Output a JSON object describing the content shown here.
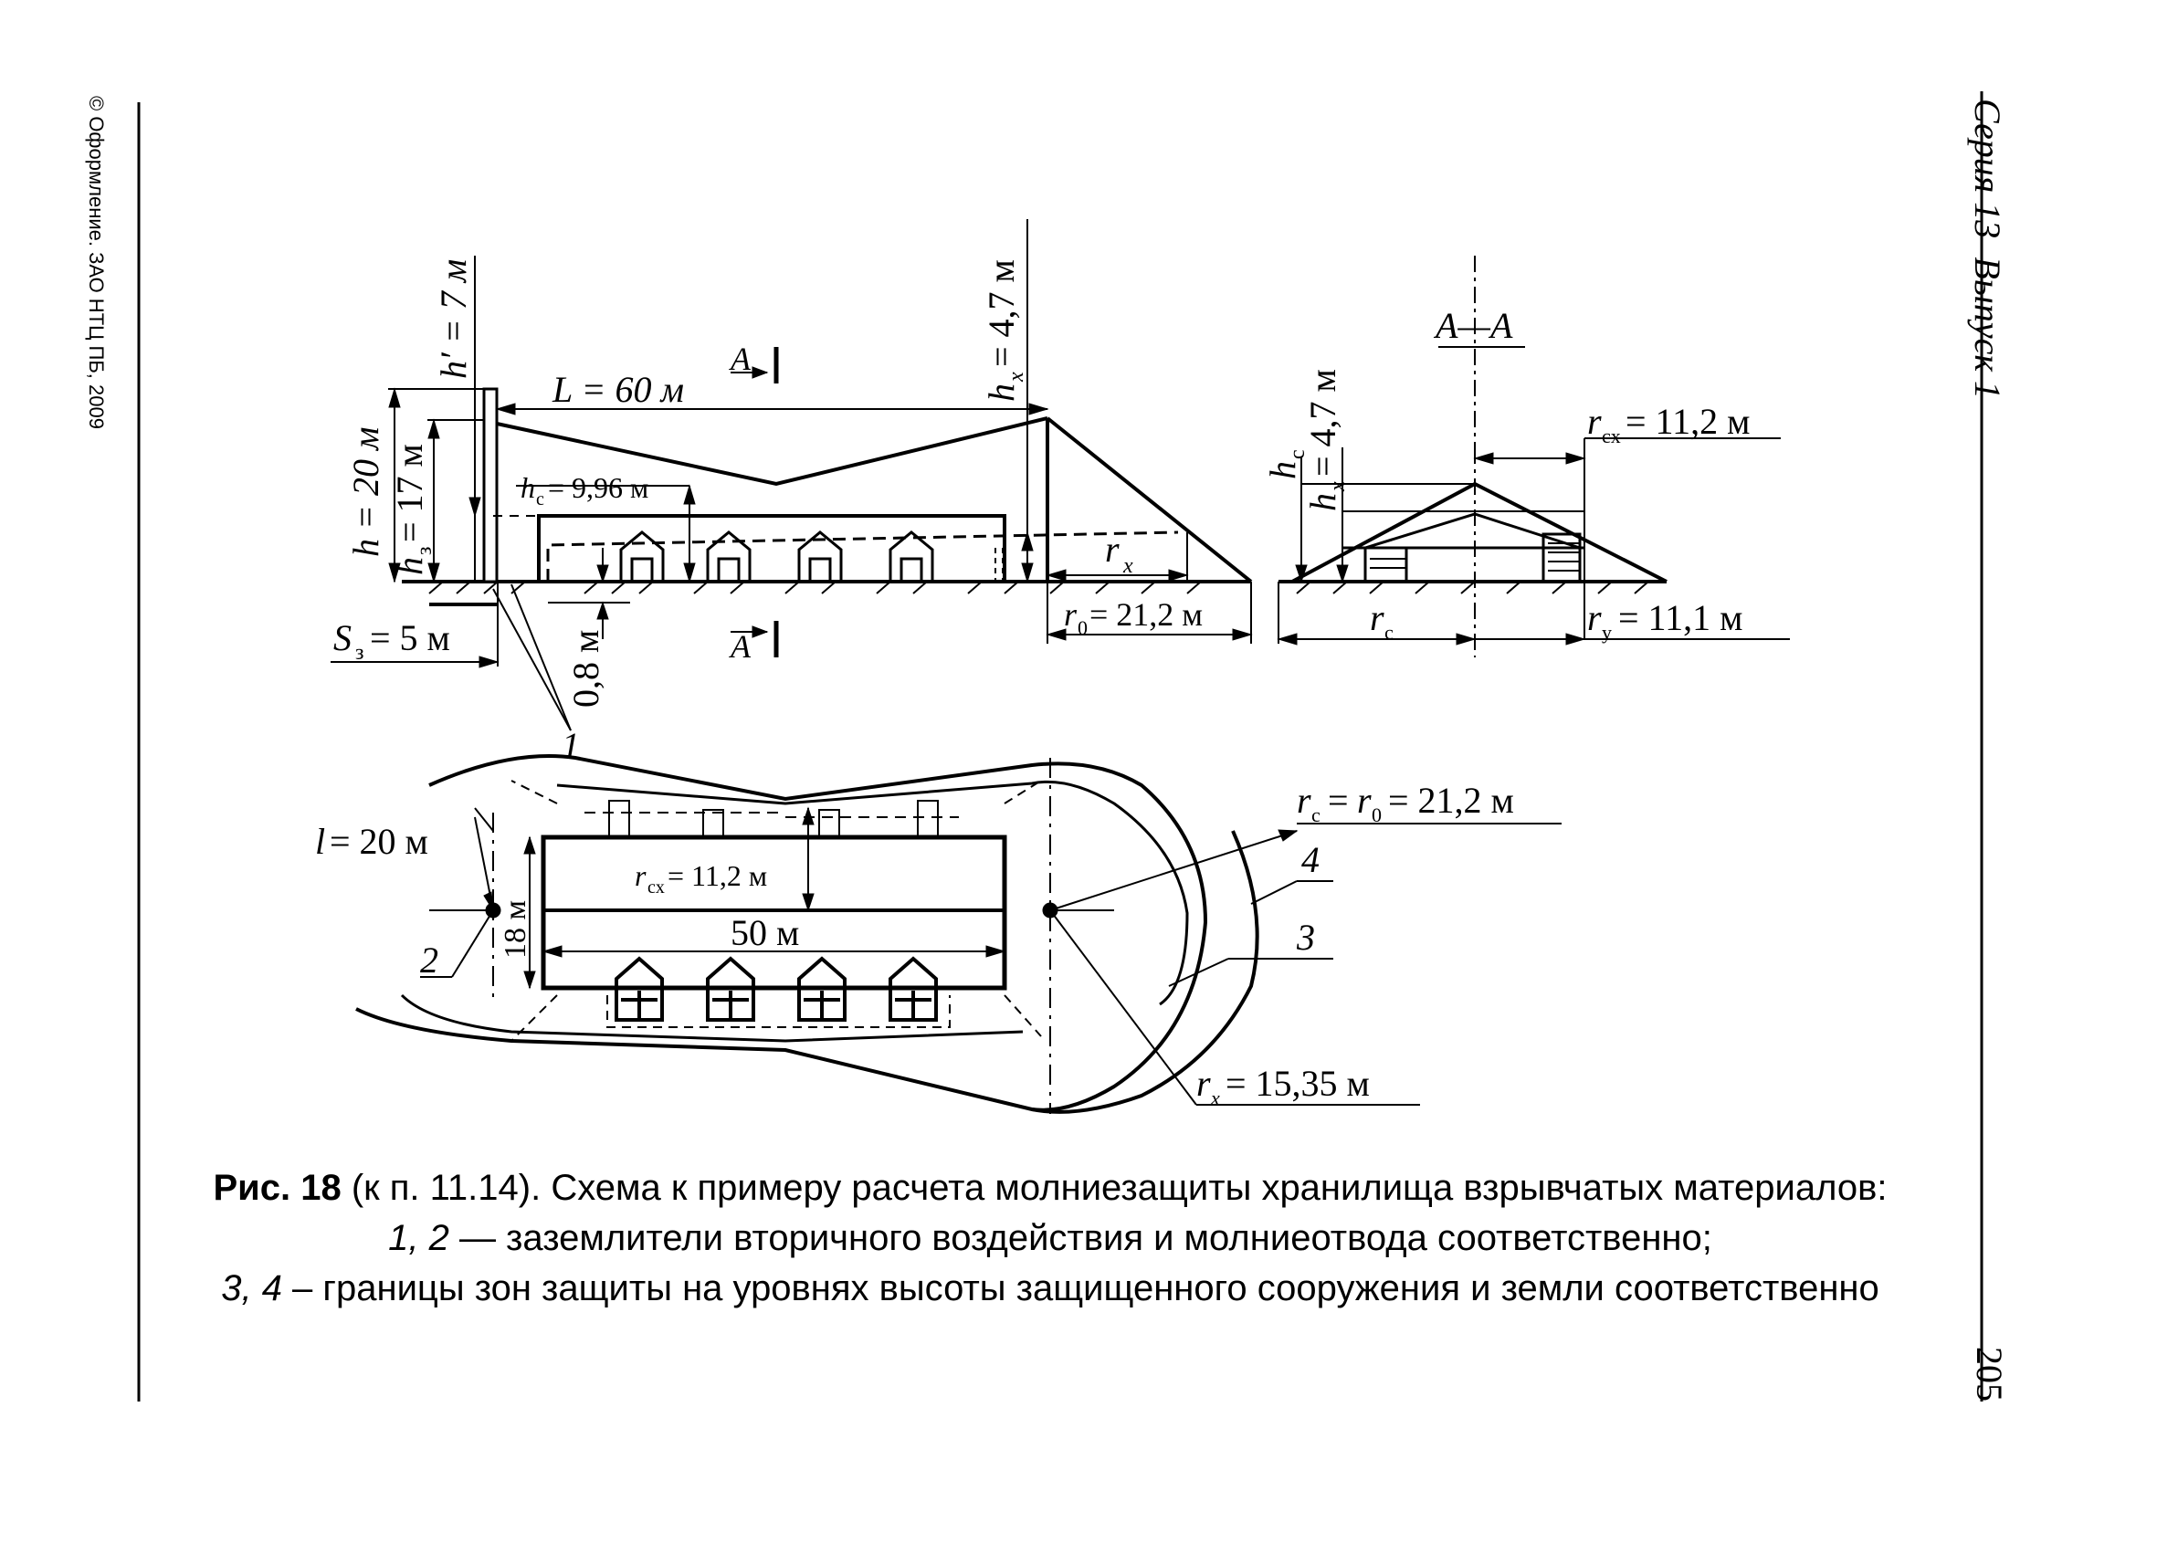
{
  "sidebar_left": "© Оформление. ЗАО НТЦ ПБ, 2009",
  "header_right": {
    "series": "Серия 13",
    "issue": "Выпуск 1"
  },
  "page_number": "205",
  "diagram": {
    "elevation": {
      "L": "L = 60 м",
      "h": "h = 20 м",
      "h_prime": "h′ = 7 м",
      "h_z": "= 17 м",
      "h_c": "= 9,96 м",
      "h_x": "= 4,7 м",
      "r_x": "r",
      "r0": "= 21,2 м",
      "S3": "S",
      "S3_val": "= 5 м",
      "d08": "0,8 м",
      "section": "A"
    },
    "section": {
      "title": "A—A",
      "h_c": "h",
      "h_x": "= 4,7 м",
      "r_cx": "= 11,2 м",
      "r_c": "r",
      "r_y": "= 11,1 м"
    },
    "plan": {
      "l": "= 20 м",
      "r_cx": "= 11,2 м",
      "w18": "18 м",
      "w50": "50 м",
      "rc_r0": "= 21,2 м",
      "rx": "= 15,35 м",
      "n1": "1",
      "n2": "2",
      "n3": "3",
      "n4": "4"
    }
  },
  "caption": {
    "fig_label": "Рис. 18",
    "line1": " (к п. 11.14). Схема к примеру расчета молниезащиты хранилища взрывчатых материалов:",
    "line2_items": "1, 2",
    "line2_text": " — заземлители вторичного воздействия и молниеотвода соответственно;",
    "line3_items": "3, 4",
    "line3_text": " – границы зон защиты на уровнях высоты защищенного сооружения и земли соответственно"
  }
}
